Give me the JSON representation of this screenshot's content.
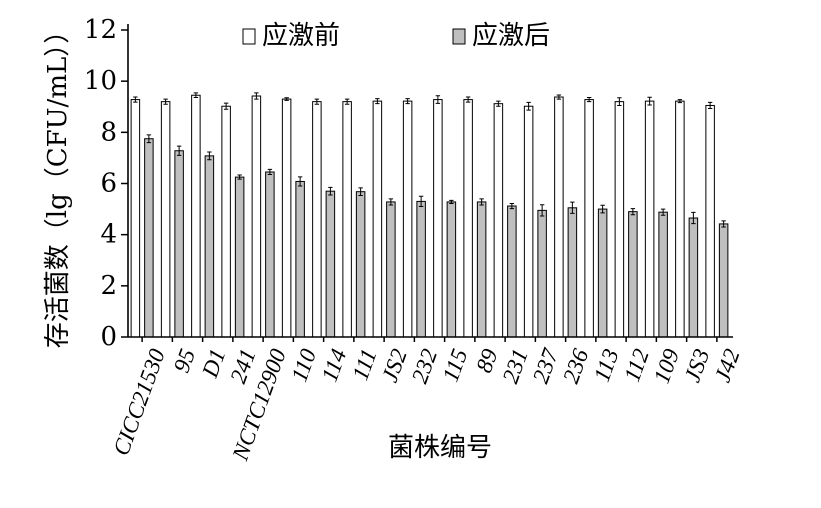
{
  "chart_data": {
    "type": "bar",
    "title": "",
    "xlabel": "菌株编号",
    "ylabel": "存活菌数（lg（CFU/mL））",
    "ylim": [
      0,
      12
    ],
    "yticks": [
      0,
      2,
      4,
      6,
      8,
      10,
      12
    ],
    "grid": false,
    "legend_position": "top",
    "categories": [
      "CICC21530",
      "95",
      "D1",
      "241",
      "NCTC12900",
      "110",
      "114",
      "111",
      "JS2",
      "232",
      "115",
      "89",
      "231",
      "237",
      "236",
      "113",
      "112",
      "109",
      "JS3",
      "J42"
    ],
    "series": [
      {
        "name": "应激前",
        "color": "#ffffff",
        "values": [
          9.28,
          9.2,
          9.45,
          9.02,
          9.42,
          9.3,
          9.2,
          9.2,
          9.22,
          9.22,
          9.28,
          9.28,
          9.12,
          9.02,
          9.38,
          9.28,
          9.2,
          9.22,
          9.22,
          9.05
        ],
        "errors": [
          0.1,
          0.1,
          0.09,
          0.12,
          0.12,
          0.05,
          0.1,
          0.1,
          0.1,
          0.1,
          0.15,
          0.1,
          0.1,
          0.15,
          0.08,
          0.08,
          0.15,
          0.15,
          0.06,
          0.12
        ]
      },
      {
        "name": "应激后",
        "color": "#bfbfbf",
        "values": [
          7.75,
          7.28,
          7.08,
          6.25,
          6.45,
          6.08,
          5.7,
          5.68,
          5.28,
          5.3,
          5.28,
          5.28,
          5.12,
          4.95,
          5.05,
          5.0,
          4.9,
          4.88,
          4.65,
          4.42
        ],
        "errors": [
          0.15,
          0.18,
          0.15,
          0.08,
          0.1,
          0.18,
          0.15,
          0.15,
          0.12,
          0.2,
          0.06,
          0.12,
          0.1,
          0.22,
          0.22,
          0.15,
          0.12,
          0.12,
          0.22,
          0.12
        ]
      }
    ]
  }
}
